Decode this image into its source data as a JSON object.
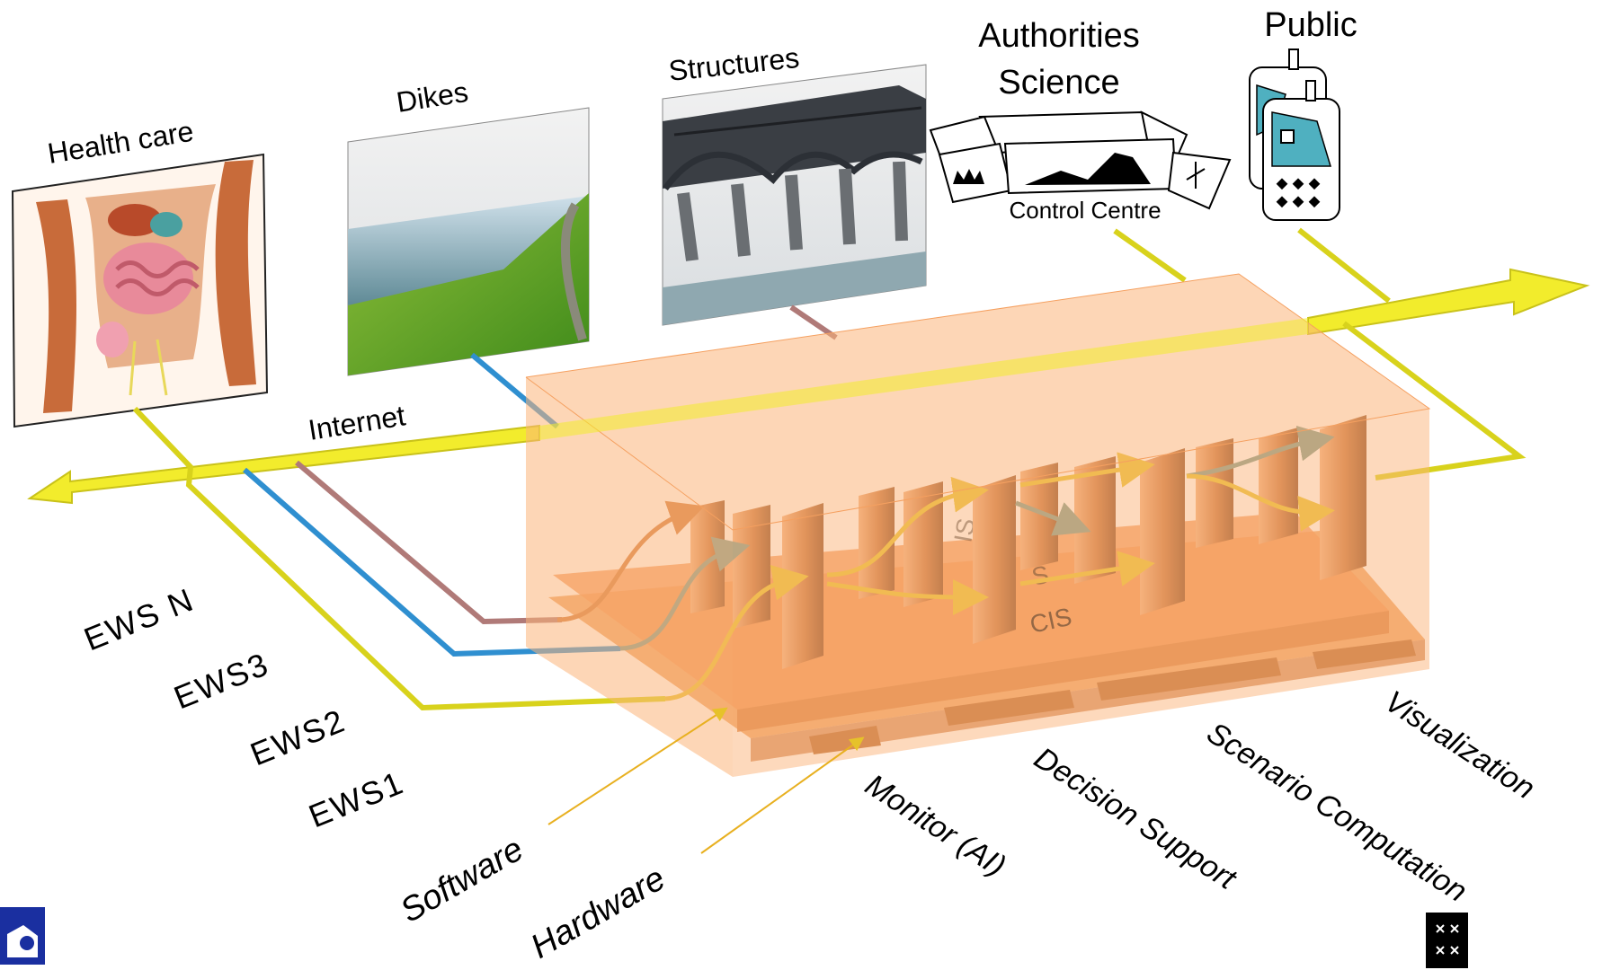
{
  "sources": {
    "health_care": "Health care",
    "dikes": "Dikes",
    "structures": "Structures"
  },
  "consumers": {
    "authorities": "Authorities",
    "science": "Science",
    "control_centre": "Control Centre",
    "public": "Public"
  },
  "network_label": "Internet",
  "ews_list": [
    "EWS N",
    "EWS3",
    "EWS2",
    "EWS1"
  ],
  "layers": {
    "software": "Software",
    "hardware": "Hardware"
  },
  "box_inner_labels": [
    "CIS",
    "S",
    "IS"
  ],
  "components": [
    "Monitor  (AI)",
    "Decision Support",
    "Scenario Computation",
    "Visualization"
  ],
  "colors": {
    "internet_arrow": "#f2ec2c",
    "box_fill": "#fbb47a",
    "slab": "#e8893a",
    "pillar": "#c8743c",
    "link_blue": "#2f8fd0",
    "link_mauve": "#b07a78",
    "link_yellow": "#d8d21c"
  }
}
